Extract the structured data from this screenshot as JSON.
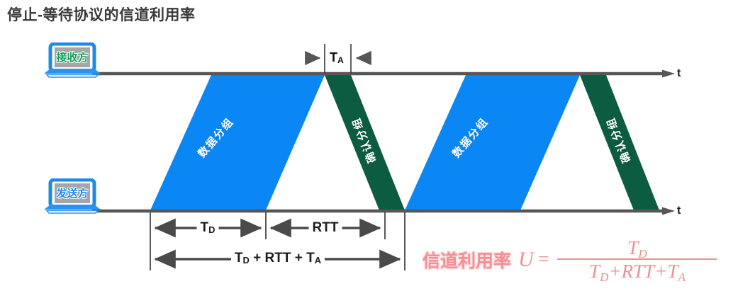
{
  "title": "停止-等待协议的信道利用率",
  "nodes": [
    {
      "name": "receiver",
      "label": "接收方",
      "label_color": "#12a05a"
    },
    {
      "name": "sender",
      "label": "发送方",
      "label_color": "#1a8cf0"
    }
  ],
  "axes": [
    {
      "name": "receiver-time-axis",
      "label": "t"
    },
    {
      "name": "sender-time-axis",
      "label": "t"
    }
  ],
  "bands": [
    {
      "name": "data-packet-1",
      "label": "数据分组",
      "color": "#0a87f5"
    },
    {
      "name": "ack-packet-1",
      "label": "确认分组",
      "color": "#0b5c40"
    },
    {
      "name": "data-packet-2",
      "label": "数据分组",
      "color": "#0a87f5"
    },
    {
      "name": "ack-packet-2",
      "label": "确认分组",
      "color": "#0b5c40"
    }
  ],
  "dimensions": {
    "ta": {
      "base": "T",
      "sub": "A"
    },
    "td": {
      "base": "T",
      "sub": "D"
    },
    "rtt": {
      "text": "RTT"
    },
    "total": {
      "text_parts": [
        "T",
        "D",
        " + RTT + ",
        "T",
        "A"
      ],
      "text": "T_D + RTT + T_A"
    }
  },
  "formula": {
    "cn_label": "信道利用率",
    "variable": "U",
    "equals": "=",
    "numerator": "T",
    "numerator_sub": "D",
    "denominator_t1": "T",
    "denominator_t1_sub": "D",
    "denominator_plus1": "+",
    "denominator_rtt": "RTT",
    "denominator_plus2": "+",
    "denominator_t2": "T",
    "denominator_t2_sub": "A",
    "color": "#ef8f92"
  },
  "colors": {
    "data_blue": "#0a87f5",
    "ack_green": "#0b5c40",
    "axis_gray": "#565656",
    "title_gray": "#3a3a3a",
    "formula_pink": "#ef8f92"
  }
}
